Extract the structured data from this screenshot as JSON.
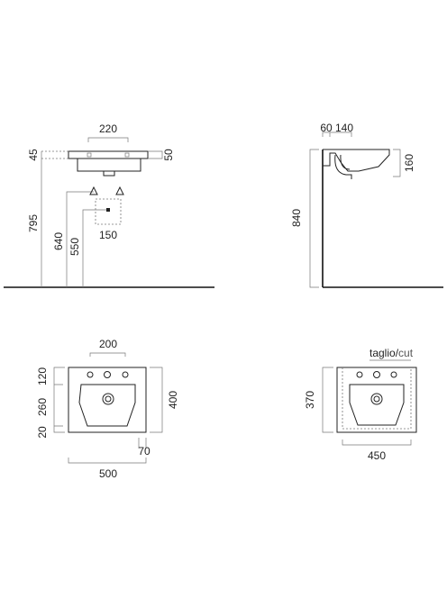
{
  "front_view": {
    "width_top": "220",
    "left_thickness": "45",
    "right_thickness": "50",
    "height_total": "795",
    "height_supply": "640",
    "height_drain": "550",
    "supply_spacing": "150"
  },
  "side_view": {
    "dim_a": "60",
    "dim_b": "140",
    "bowl_depth": "160",
    "height_total": "840"
  },
  "top_view": {
    "hole_spacing": "200",
    "dim_back": "120",
    "dim_bowl": "260",
    "dim_front": "20",
    "depth": "400",
    "dim_overhang": "70",
    "width": "500"
  },
  "cut_view": {
    "cut_label_main": "taglio/",
    "cut_label_sub": "cut",
    "depth": "370",
    "width": "450"
  },
  "colors": {
    "line": "#222222",
    "cut_label": "#555555"
  }
}
